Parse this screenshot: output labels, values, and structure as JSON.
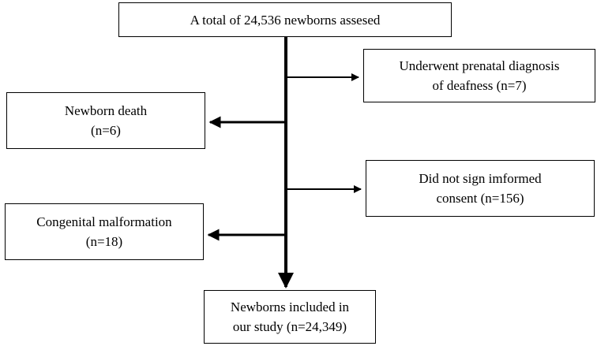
{
  "flowchart": {
    "start": "A total of 24,536 newborns assesed",
    "exclusions_right": [
      "Underwent prenatal diagnosis\nof deafness  (n=7)",
      "Did not sign imformed\nconsent (n=156)"
    ],
    "exclusions_left": [
      "Newborn death\n(n=6)",
      "Congenital malformation\n(n=18)"
    ],
    "end": "Newborns included in\nour study (n=24,349)"
  },
  "colors": {
    "line": "#000000",
    "box_border": "#000000",
    "background": "#ffffff"
  }
}
